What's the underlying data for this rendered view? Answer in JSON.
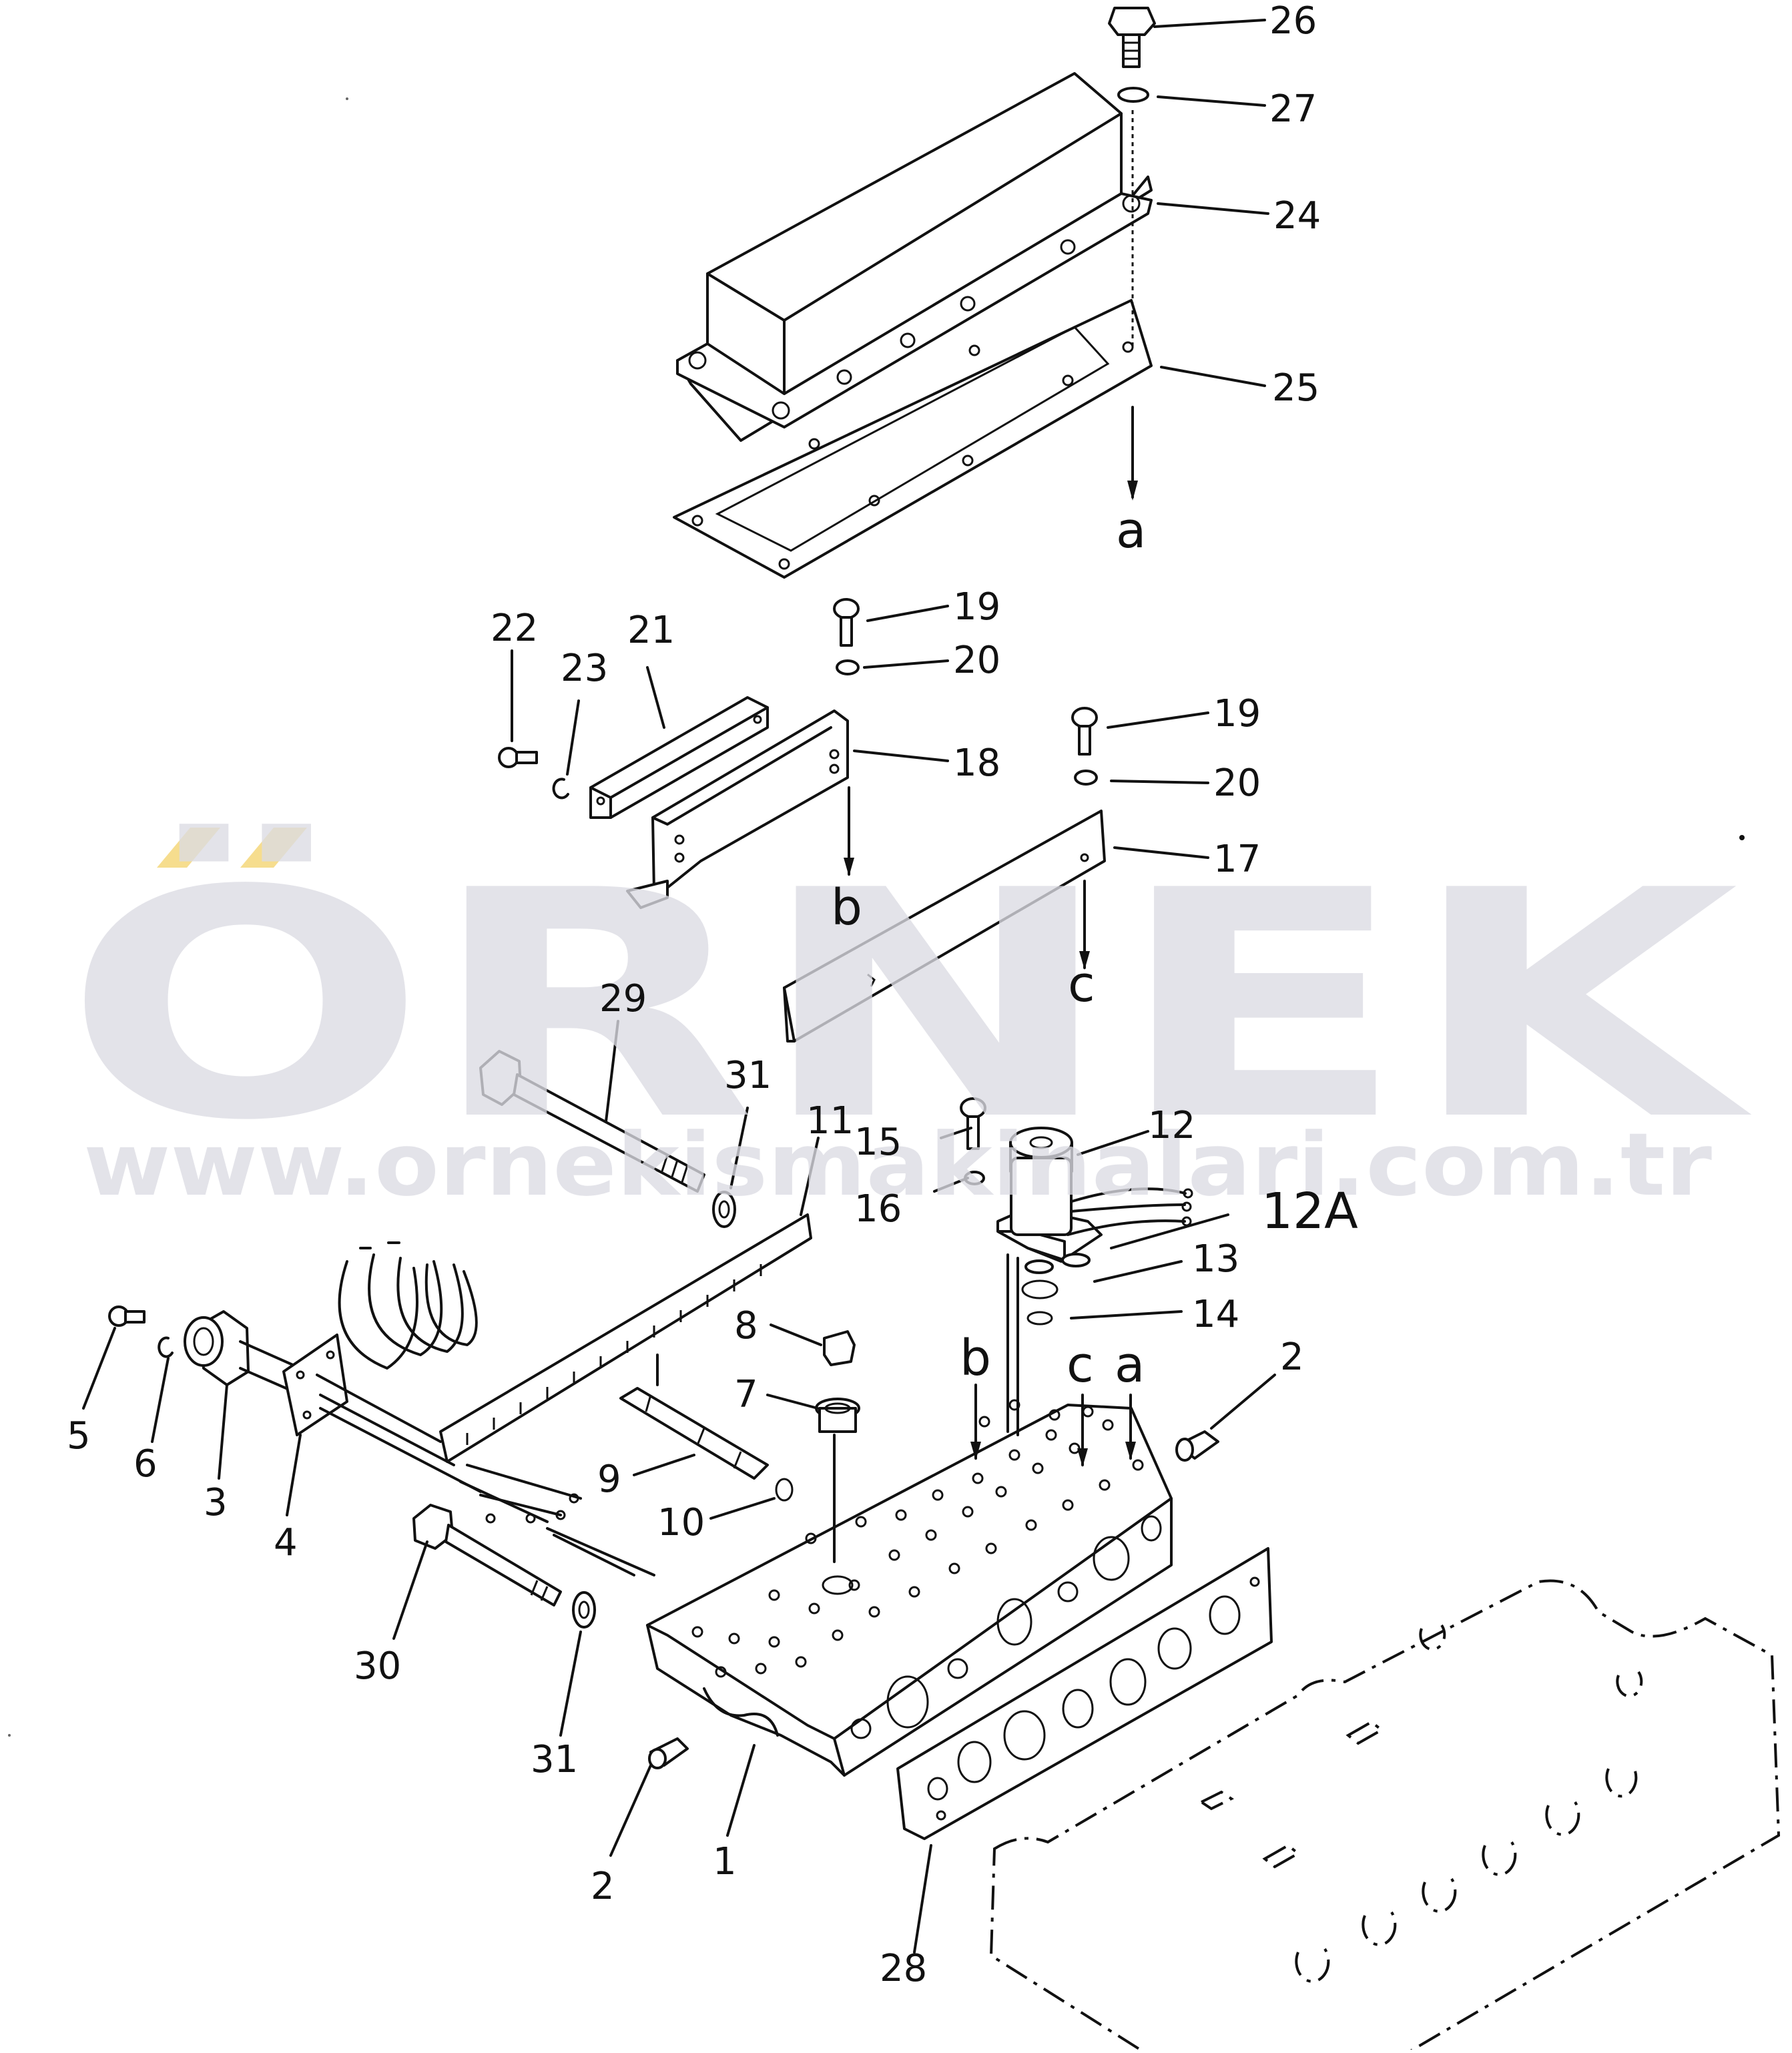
{
  "diagram": {
    "callouts": {
      "c1": "1",
      "c2a": "2",
      "c2b": "2",
      "c3": "3",
      "c4": "4",
      "c5": "5",
      "c6": "6",
      "c7": "7",
      "c8": "8",
      "c9": "9",
      "c10": "10",
      "c11": "11",
      "c12": "12",
      "c12A": "12A",
      "c13": "13",
      "c14": "14",
      "c15": "15",
      "c16": "16",
      "c17": "17",
      "c18": "18",
      "c19a": "19",
      "c19b": "19",
      "c20a": "20",
      "c20b": "20",
      "c21": "21",
      "c22": "22",
      "c23": "23",
      "c24": "24",
      "c25": "25",
      "c26": "26",
      "c27": "27",
      "c28": "28",
      "c29": "29",
      "c30": "30",
      "c31a": "31",
      "c31b": "31"
    },
    "refs": {
      "a_top": "a",
      "b_top": "b",
      "c_top": "c",
      "a_body": "a",
      "b_body": "b",
      "c_body": "c"
    }
  },
  "watermark": {
    "brand": "ÖRNEK",
    "url": "www.ornekismakinalari.com.tr",
    "color": "#dcdce3",
    "accent": "#f5d77a"
  }
}
